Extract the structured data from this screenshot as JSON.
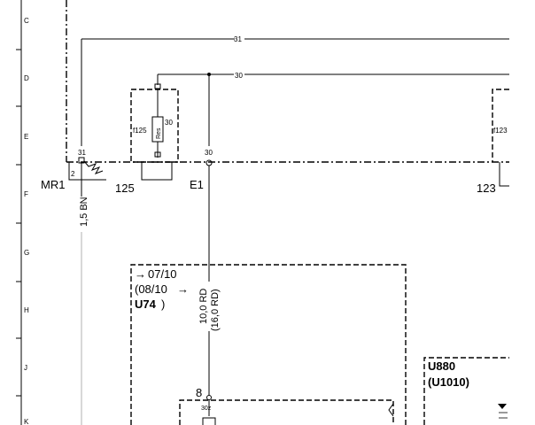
{
  "rows": [
    "C",
    "D",
    "E",
    "F",
    "G",
    "H",
    "J",
    "K"
  ],
  "wires": {
    "w31": "31",
    "w30": "30",
    "w31_pin": "31",
    "w30_pin": "30",
    "mr1_pin": "2",
    "bn": "1,5 BN",
    "rd": "10,0 RD",
    "rd_alt": "(16,0 RD)",
    "pin8": "8",
    "pin30z": "30z"
  },
  "components": {
    "mr1": "MR1",
    "c125": "125",
    "e1": "E1",
    "c123": "123",
    "f125": "f125",
    "res": "Res",
    "res_pin": "30",
    "f123": "f123"
  },
  "u74_box": {
    "line1": "07/10",
    "line2": "(08/10",
    "line3_code": "U74",
    "line3_close": ")"
  },
  "u880_box": {
    "line1": "U880",
    "line2": "(U1010)"
  }
}
